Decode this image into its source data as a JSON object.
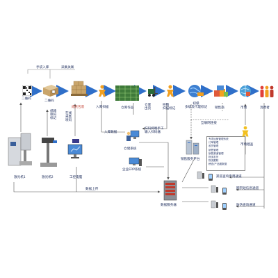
{
  "labels": {
    "top_manual": "手袋入库",
    "top_collect": "采集关联",
    "qr": "二维码",
    "box_qr": "二维码",
    "mark_batch": "纸箱\n喷码\n标记",
    "pallet_mark": "在线\n采集\n喷码",
    "pallet": "成托包装",
    "inbound_scan": "入库扫描",
    "warehouse_op": "仓库作业",
    "warehouse_out": "仓库\n出货",
    "dealer_scan": "经销\n扫描标记",
    "logistics": "初级\n多级及代理标记",
    "sales_scan": "销售商",
    "market": "市场",
    "consumer": "消费者",
    "inbound_data": "入库数据",
    "scan_upload": "扫码终端手工\n输入扫码器",
    "internet": "互联网连接",
    "warehouse_sys": "仓储系统",
    "erp": "企业ERP系统",
    "data_upload": "数据上传",
    "db_server": "数据服务器",
    "sales_platform": "销售服务平台",
    "laser1": "激光机1",
    "laser2": "激光机2",
    "pc": "工控电脑",
    "market_supervise": "市场稽查",
    "query1": "渠道查询专用通道",
    "query2": "网页短信息通道",
    "query3": "防伪查询通道"
  },
  "platform_list": [
    "专项运营管理系统",
    "订单管理",
    "收货管理",
    "销售管理",
    "销售渠道管理",
    "物流发货",
    "物流跟踪",
    "稽查/产品图数据"
  ],
  "colors": {
    "arrow_blue": "#2f6fc9",
    "label_red": "#c0392b",
    "navy": "#1a2a5a",
    "person_orange": "#f2a020"
  }
}
